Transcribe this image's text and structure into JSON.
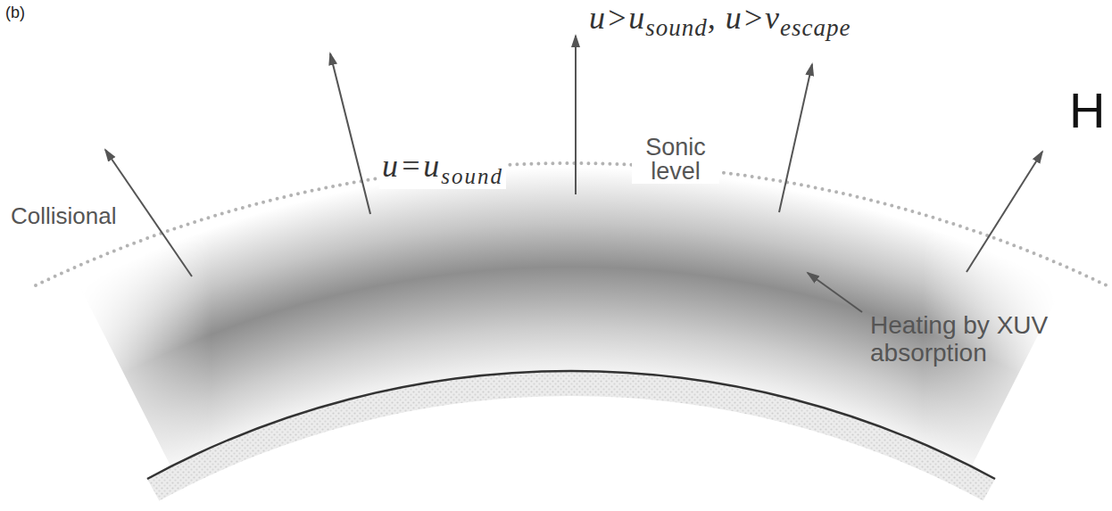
{
  "diagram": {
    "labels": [
      "(b)",
      "u>u",
      "sound",
      ", u>v",
      "escape",
      "u=u",
      "sound",
      "Sonic level",
      "Collisional",
      "Heating by XUV absorption",
      "H"
    ]
  }
}
